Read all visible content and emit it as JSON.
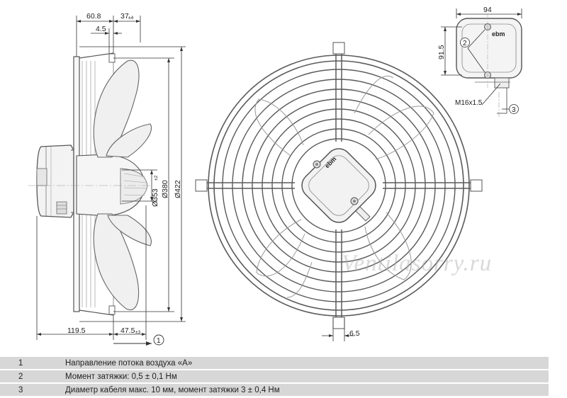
{
  "dimensions": {
    "d60_8": "60.8",
    "d37": "37",
    "d37_tol": "±4",
    "d4_5": "4.5",
    "d119_5": "119.5",
    "d47_5": "47.5",
    "d47_5_tol": "±3",
    "dia353": "Ø353",
    "dia353_tol": "±2",
    "dia380": "Ø380",
    "dia422": "Ø422",
    "d6_5": "6.5",
    "d94": "94",
    "d91_5": "91.5",
    "thread": "M16x1.5"
  },
  "callouts": {
    "c1": "1",
    "c2": "2",
    "c3": "3"
  },
  "brand": "ebm",
  "watermark": "Ventilasorry.ru",
  "legend": [
    {
      "num": "1",
      "text": "Направление потока воздуха «А»"
    },
    {
      "num": "2",
      "text": "Момент затяжки: 0,5 ± 0,1 Нм"
    },
    {
      "num": "3",
      "text": "Диаметр кабеля макс. 10 мм, момент затяжки 3 ± 0,4 Нм"
    }
  ]
}
